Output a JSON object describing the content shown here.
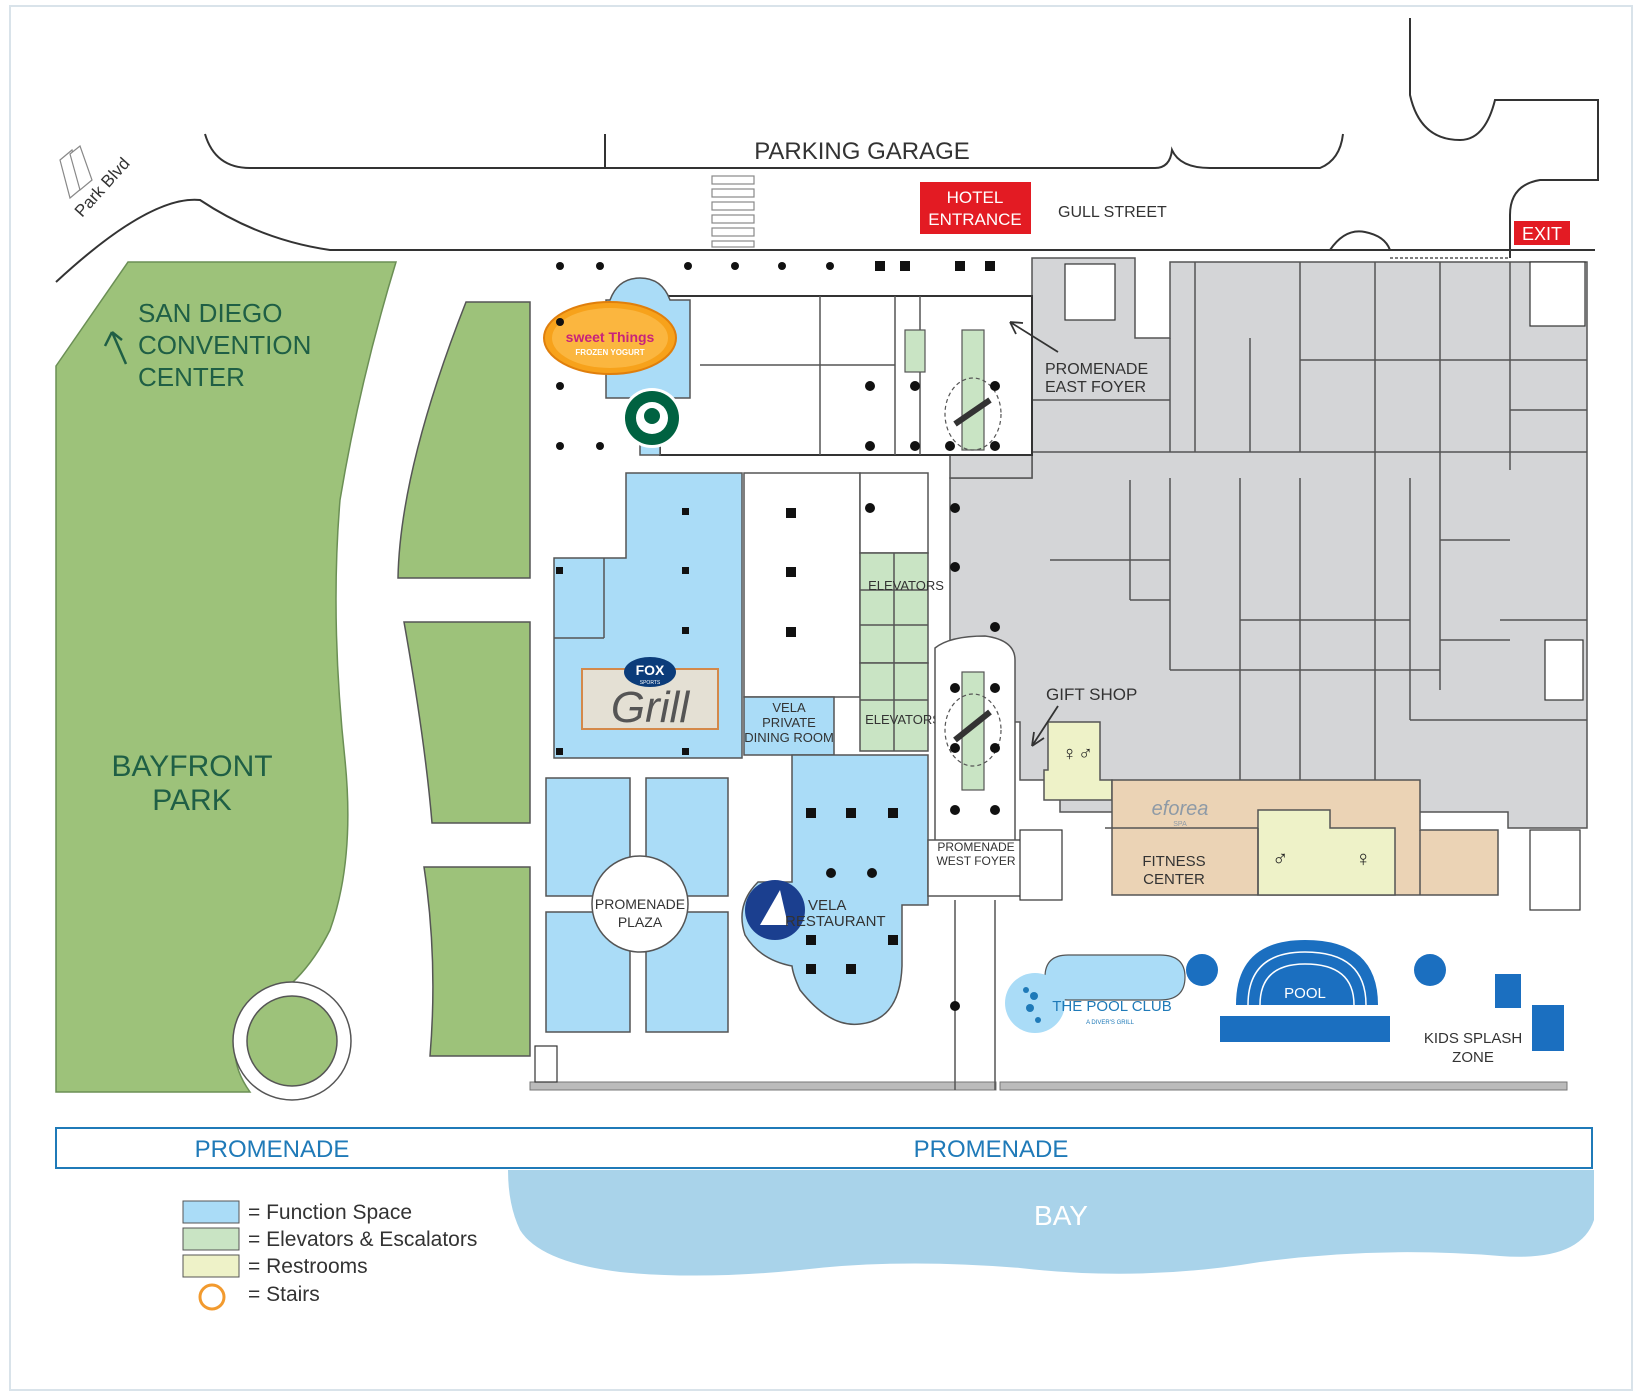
{
  "colors": {
    "function_space": "#aadcf7",
    "elevators": "#c9e4c4",
    "restrooms": "#eef2c8",
    "stairs": "#f29a2e",
    "park_green": "#9dc27a",
    "back_of_house": "#d4d5d7",
    "spa": "#ebd3b5",
    "pool_blue": "#1b6fc0",
    "bay_blue": "#a9d3ea",
    "entrance_red": "#e31b23"
  },
  "street_labels": {
    "parking_garage": "PARKING GARAGE",
    "park_blvd": "Park Blvd",
    "gull_street": "GULL STREET",
    "hotel_entrance_line1": "HOTEL",
    "hotel_entrance_line2": "ENTRANCE",
    "exit": "EXIT"
  },
  "outdoor_labels": {
    "convention_line1": "SAN DIEGO",
    "convention_line2": "CONVENTION",
    "convention_line3": "CENTER",
    "bayfront_line1": "BAYFRONT",
    "bayfront_line2": "PARK",
    "promenade_left": "PROMENADE",
    "promenade_right": "PROMENADE",
    "bay": "BAY"
  },
  "rooms": {
    "east_foyer_line1": "PROMENADE",
    "east_foyer_line2": "EAST FOYER",
    "gift_shop": "GIFT SHOP",
    "elevators_top": "ELEVATORS",
    "elevators_bottom": "ELEVATORS",
    "vela_pdr_line1": "VELA",
    "vela_pdr_line2": "PRIVATE",
    "vela_pdr_line3": "DINING ROOM",
    "vela_rest_line1": "VELA",
    "vela_rest_line2": "RESTAURANT",
    "west_foyer_line1": "PROMENADE",
    "west_foyer_line2": "WEST FOYER",
    "plaza_line1": "PROMENADE",
    "plaza_line2": "PLAZA",
    "fitness_line1": "FITNESS",
    "fitness_line2": "CENTER",
    "pool": "POOL",
    "kids_line1": "KIDS SPLASH",
    "kids_line2": "ZONE"
  },
  "brand_logos": {
    "sweet_things_line1": "sweet Things",
    "sweet_things_line2": "FROZEN YOGURT",
    "fox_sports": "FOX",
    "fox_sports_sub": "SPORTS",
    "grill": "Grill",
    "eforea": "eforea",
    "eforea_sub": "SPA",
    "pool_club": "THE POOL CLUB",
    "pool_club_sub": "A DIVER'S GRILL"
  },
  "legend": [
    {
      "label": "= Function Space",
      "swatch": "function_space"
    },
    {
      "label": "= Elevators & Escalators",
      "swatch": "elevators"
    },
    {
      "label": "= Restrooms",
      "swatch": "restrooms"
    },
    {
      "label": "= Stairs",
      "swatch": "stairs"
    }
  ]
}
